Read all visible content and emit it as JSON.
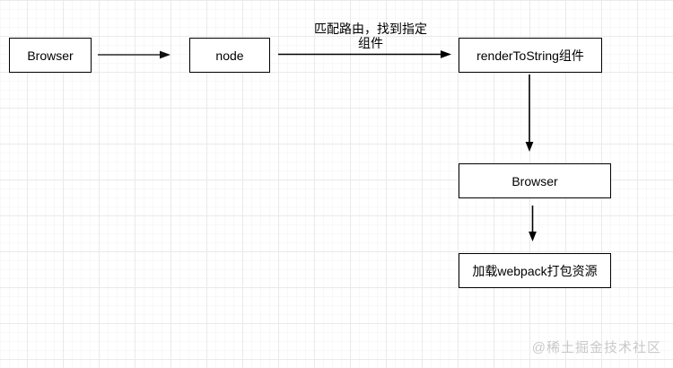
{
  "diagram": {
    "type": "flowchart",
    "nodes": [
      {
        "id": "browser-client",
        "label": "Browser"
      },
      {
        "id": "node-server",
        "label": "node"
      },
      {
        "id": "render-to-string",
        "label": "renderToString组件"
      },
      {
        "id": "browser-result",
        "label": "Browser"
      },
      {
        "id": "load-webpack-assets",
        "label": "加载webpack打包资源"
      }
    ],
    "edges": [
      {
        "from": "browser-client",
        "to": "node-server",
        "label": ""
      },
      {
        "from": "node-server",
        "to": "render-to-string",
        "label": "匹配路由，找到指定组件"
      },
      {
        "from": "render-to-string",
        "to": "browser-result",
        "label": ""
      },
      {
        "from": "browser-result",
        "to": "load-webpack-assets",
        "label": ""
      }
    ],
    "edge_label": {
      "line1": "匹配路由，找到指定",
      "line2": "组件"
    }
  },
  "watermark": {
    "text": "@稀土掘金技术社区"
  },
  "colors": {
    "background": "#ffffff",
    "grid_major": "#eaeaea",
    "grid_minor": "#f8f8f8",
    "box_border": "#000000",
    "box_fill": "#ffffff",
    "text": "#000000",
    "arrow": "#000000",
    "arrow_gray_shaft": "#5f5f5f",
    "watermark_text": "#c9c9c9"
  }
}
